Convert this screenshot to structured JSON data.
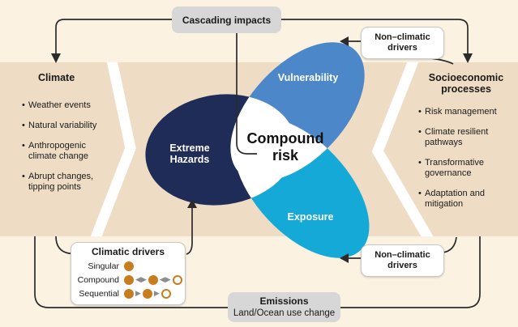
{
  "colors": {
    "background": "#fbf2e2",
    "band": "#eeddc4",
    "hazards_navy": "#1e2c57",
    "vulnerability_blue": "#4c88c9",
    "exposure_cyan": "#14a9d6",
    "line": "#2b2b2b",
    "gray_box": "#d7d7d7",
    "driver_orange": "#c77d1e"
  },
  "top": {
    "cascading_label": "Cascading impacts"
  },
  "boxes": {
    "non_climatic_top": "Non–climatic drivers",
    "non_climatic_bottom": "Non–climatic drivers",
    "emissions_title": "Emissions",
    "emissions_subtitle": "Land/Ocean use change"
  },
  "climate_panel": {
    "title": "Climate",
    "items": [
      "Weather events",
      "Natural variability",
      "Anthropogenic climate change",
      "Abrupt changes, tipping points"
    ]
  },
  "socioeconomic_panel": {
    "title": "Socioeconomic processes",
    "items": [
      "Risk management",
      "Climate resilient pathways",
      "Transformative governance",
      "Adaptation and mitigation"
    ]
  },
  "venn": {
    "hazards": "Extreme Hazards",
    "vulnerability": "Vulnerability",
    "exposure": "Exposure",
    "center": "Compound risk"
  },
  "climatic_drivers": {
    "title": "Climatic drivers",
    "rows": [
      {
        "label": "Singular",
        "pattern": [
          "dot"
        ]
      },
      {
        "label": "Compound",
        "pattern": [
          "dot",
          "left-right",
          "dot",
          "left-right",
          "open"
        ]
      },
      {
        "label": "Sequential",
        "pattern": [
          "dot",
          "right",
          "dot",
          "right",
          "open"
        ]
      }
    ]
  }
}
